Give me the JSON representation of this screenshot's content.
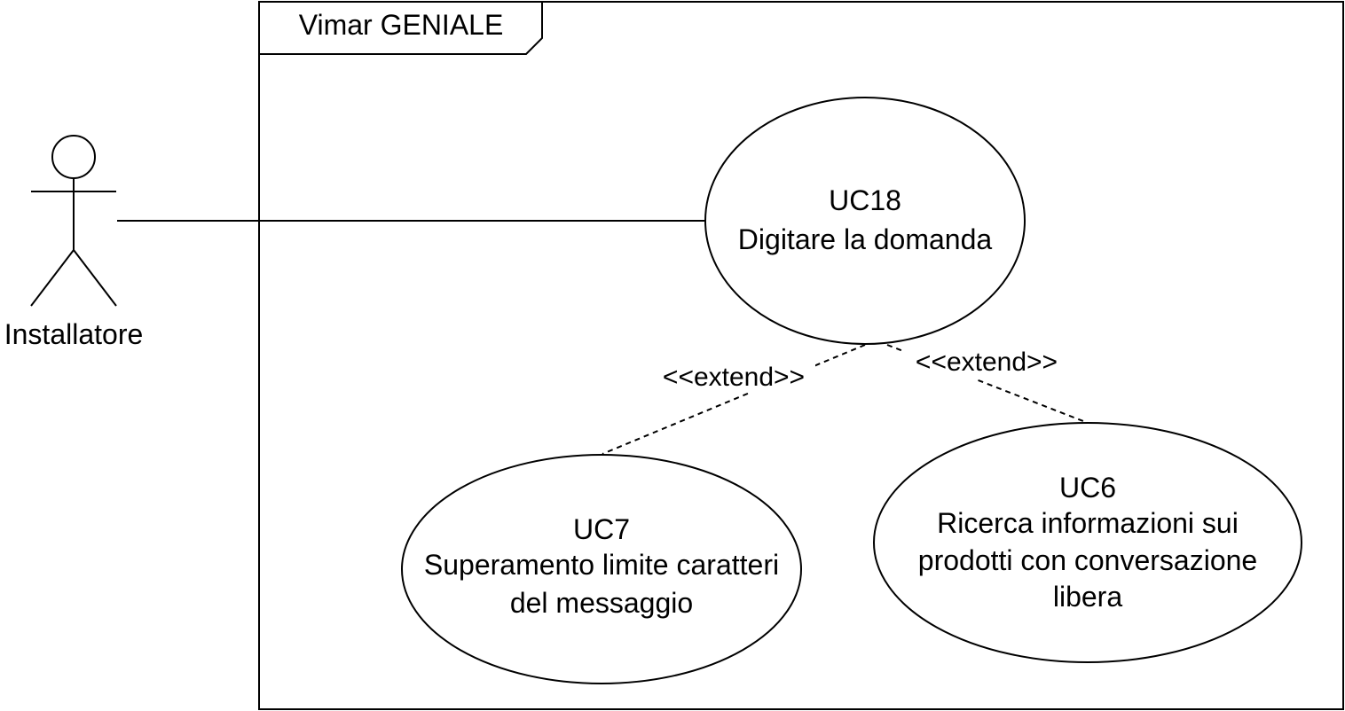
{
  "frame": {
    "title": "Vimar GENIALE"
  },
  "actor": {
    "name": "Installatore"
  },
  "use_cases": {
    "uc18": {
      "id": "UC18",
      "lines": [
        "Digitare la domanda"
      ]
    },
    "uc7": {
      "id": "UC7",
      "lines": [
        "Superamento limite caratteri",
        "del messaggio"
      ]
    },
    "uc6": {
      "id": "UC6",
      "lines": [
        "Ricerca informazioni sui",
        "prodotti con conversazione",
        "libera"
      ]
    }
  },
  "relations": {
    "extend_left": "<<extend>>",
    "extend_right": "<<extend>>"
  },
  "colors": {
    "stroke": "#000000",
    "background": "#ffffff"
  }
}
